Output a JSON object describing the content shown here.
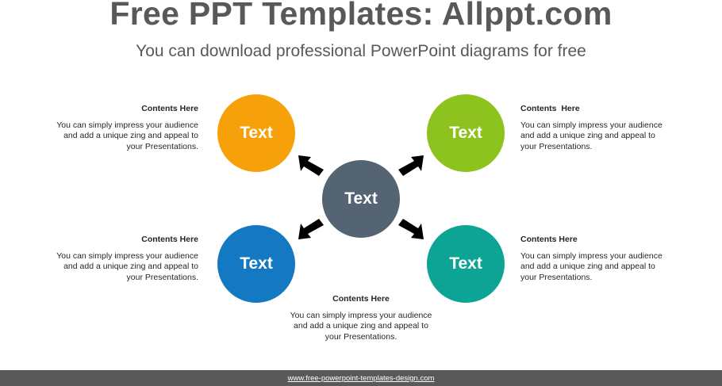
{
  "header": {
    "title": "Free PPT Templates: Allppt.com",
    "subtitle": "You can download professional PowerPoint diagrams for free"
  },
  "diagram": {
    "center": {
      "label": "Text",
      "color": "#546473"
    },
    "nodes": [
      {
        "label": "Text",
        "color": "#F7A10A"
      },
      {
        "label": "Text",
        "color": "#8DC21F"
      },
      {
        "label": "Text",
        "color": "#1478C2"
      },
      {
        "label": "Text",
        "color": "#0EA495"
      }
    ],
    "arrow_color": "#000000"
  },
  "text_blocks": {
    "top_left": {
      "heading": "Contents Here",
      "body": "You can simply impress your audience and add a unique zing and appeal to your Presentations."
    },
    "top_right": {
      "heading": "Contents  Here",
      "body": "You can simply impress your audience and add a unique zing and appeal to your Presentations."
    },
    "bottom_left": {
      "heading": "Contents Here",
      "body": "You can simply impress your audience and add a unique zing and appeal to your Presentations."
    },
    "bottom_right": {
      "heading": "Contents Here",
      "body": "You can simply impress your audience and add a unique zing and appeal to your Presentations."
    },
    "bottom_center": {
      "heading": "Contents Here",
      "body": "You can simply impress your audience and add a unique zing and appeal to your Presentations."
    }
  },
  "footer": {
    "url": "www.free-powerpoint-templates-design.com"
  }
}
